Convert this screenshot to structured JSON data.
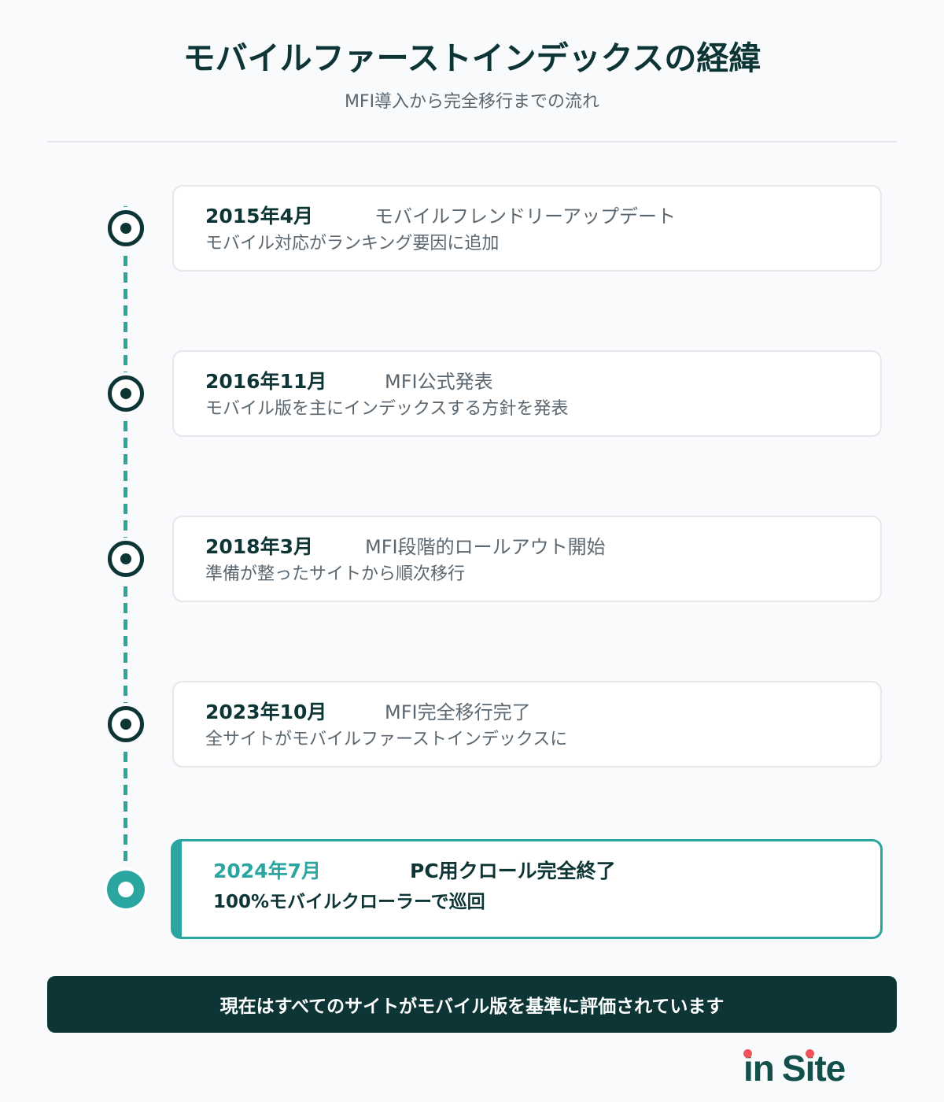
{
  "header": {
    "title": "モバイルファーストインデックスの経緯",
    "subtitle": "MFI導入から完全移行までの流れ"
  },
  "timeline": {
    "items": [
      {
        "date": "2015年4月",
        "event": "モバイルフレンドリーアップデート",
        "description": "モバイル対応がランキング要因に追加",
        "current": false
      },
      {
        "date": "2016年11月",
        "event": "MFI公式発表",
        "description": "モバイル版を主にインデックスする方針を発表",
        "current": false
      },
      {
        "date": "2018年3月",
        "event": "MFI段階的ロールアウト開始",
        "description": "準備が整ったサイトから順次移行",
        "current": false
      },
      {
        "date": "2023年10月",
        "event": "MFI完全移行完了",
        "description": "全サイトがモバイルファーストインデックスに",
        "current": false
      },
      {
        "date": "2024年7月",
        "event": "PC用クロール完全終了",
        "description": "100%モバイルクローラーで巡回",
        "current": true
      }
    ]
  },
  "banner": {
    "text": "現在はすべてのサイトがモバイル版を基準に評価されています"
  },
  "logo": {
    "part1": "in",
    "part2": "Site"
  },
  "colors": {
    "primary_dark": "#0d3535",
    "accent_teal": "#2ba5a0",
    "logo_dot_red": "#f0545a",
    "background": "#f8fafc",
    "muted_text": "#5b6770"
  }
}
